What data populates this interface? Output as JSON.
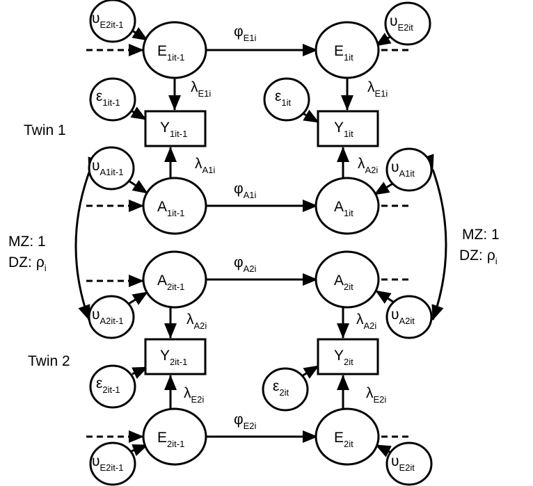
{
  "groups": {
    "twin1": "Twin 1",
    "twin2": "Twin 2",
    "corr_left": {
      "mz": "MZ: 1",
      "dz": "DZ:",
      "dz_sym": "ρ",
      "dz_sub": "i"
    },
    "corr_right": {
      "mz": "MZ: 1",
      "dz": "DZ:",
      "dz_sym": "ρ",
      "dz_sub": "i"
    }
  },
  "latent": {
    "E1_prev": {
      "sym": "E",
      "sub": "1it-1"
    },
    "E1_cur": {
      "sym": "E",
      "sub": "1it"
    },
    "A1_prev": {
      "sym": "A",
      "sub": "1it-1"
    },
    "A1_cur": {
      "sym": "A",
      "sub": "1it"
    },
    "A2_prev": {
      "sym": "A",
      "sub": "2it-1"
    },
    "A2_cur": {
      "sym": "A",
      "sub": "2it"
    },
    "E2_prev": {
      "sym": "E",
      "sub": "2it-1"
    },
    "E2_cur": {
      "sym": "E",
      "sub": "2it"
    }
  },
  "observed": {
    "Y1_prev": {
      "sym": "Y",
      "sub": "1it-1"
    },
    "Y1_cur": {
      "sym": "Y",
      "sub": "1it"
    },
    "Y2_prev": {
      "sym": "Y",
      "sub": "2it-1"
    },
    "Y2_cur": {
      "sym": "Y",
      "sub": "2it"
    }
  },
  "residuals": {
    "uE2_prev": {
      "sym": "υ",
      "sub": "E2it-1"
    },
    "uE2_cur_top": {
      "sym": "υ",
      "sub": "E2it"
    },
    "eps1_prev": {
      "sym": "ε",
      "sub": "1it-1"
    },
    "eps1_cur": {
      "sym": "ε",
      "sub": "1it"
    },
    "uA1_prev": {
      "sym": "υ",
      "sub": "A1it-1"
    },
    "uA1_cur": {
      "sym": "υ",
      "sub": "A1it"
    },
    "uA2_prev": {
      "sym": "υ",
      "sub": "A2it-1"
    },
    "uA2_cur": {
      "sym": "υ",
      "sub": "A2it"
    },
    "eps2_prev": {
      "sym": "ε",
      "sub": "2it-1"
    },
    "eps2_cur": {
      "sym": "ε",
      "sub": "2it"
    },
    "uE2_prev_bottom": {
      "sym": "υ",
      "sub": "E2it-1"
    },
    "uE2_cur_bottom": {
      "sym": "υ",
      "sub": "E2it"
    }
  },
  "paths": {
    "phiE1": {
      "sym": "φ",
      "sub": "E1i"
    },
    "phiA1": {
      "sym": "φ",
      "sub": "A1i"
    },
    "phiA2": {
      "sym": "φ",
      "sub": "A2i"
    },
    "phiE2": {
      "sym": "φ",
      "sub": "E2i"
    },
    "lamE1_prev": {
      "sym": "λ",
      "sub": "E1i"
    },
    "lamE1_cur": {
      "sym": "λ",
      "sub": "E1i"
    },
    "lamA1_prev": {
      "sym": "λ",
      "sub": "A1i"
    },
    "lamA2_cur_top": {
      "sym": "λ",
      "sub": "A2i"
    },
    "lamA2_prev": {
      "sym": "λ",
      "sub": "A2i"
    },
    "lamA2_cur": {
      "sym": "λ",
      "sub": "A2i"
    },
    "lamE2_prev": {
      "sym": "λ",
      "sub": "E2i"
    },
    "lamE2_cur": {
      "sym": "λ",
      "sub": "E2i"
    }
  }
}
